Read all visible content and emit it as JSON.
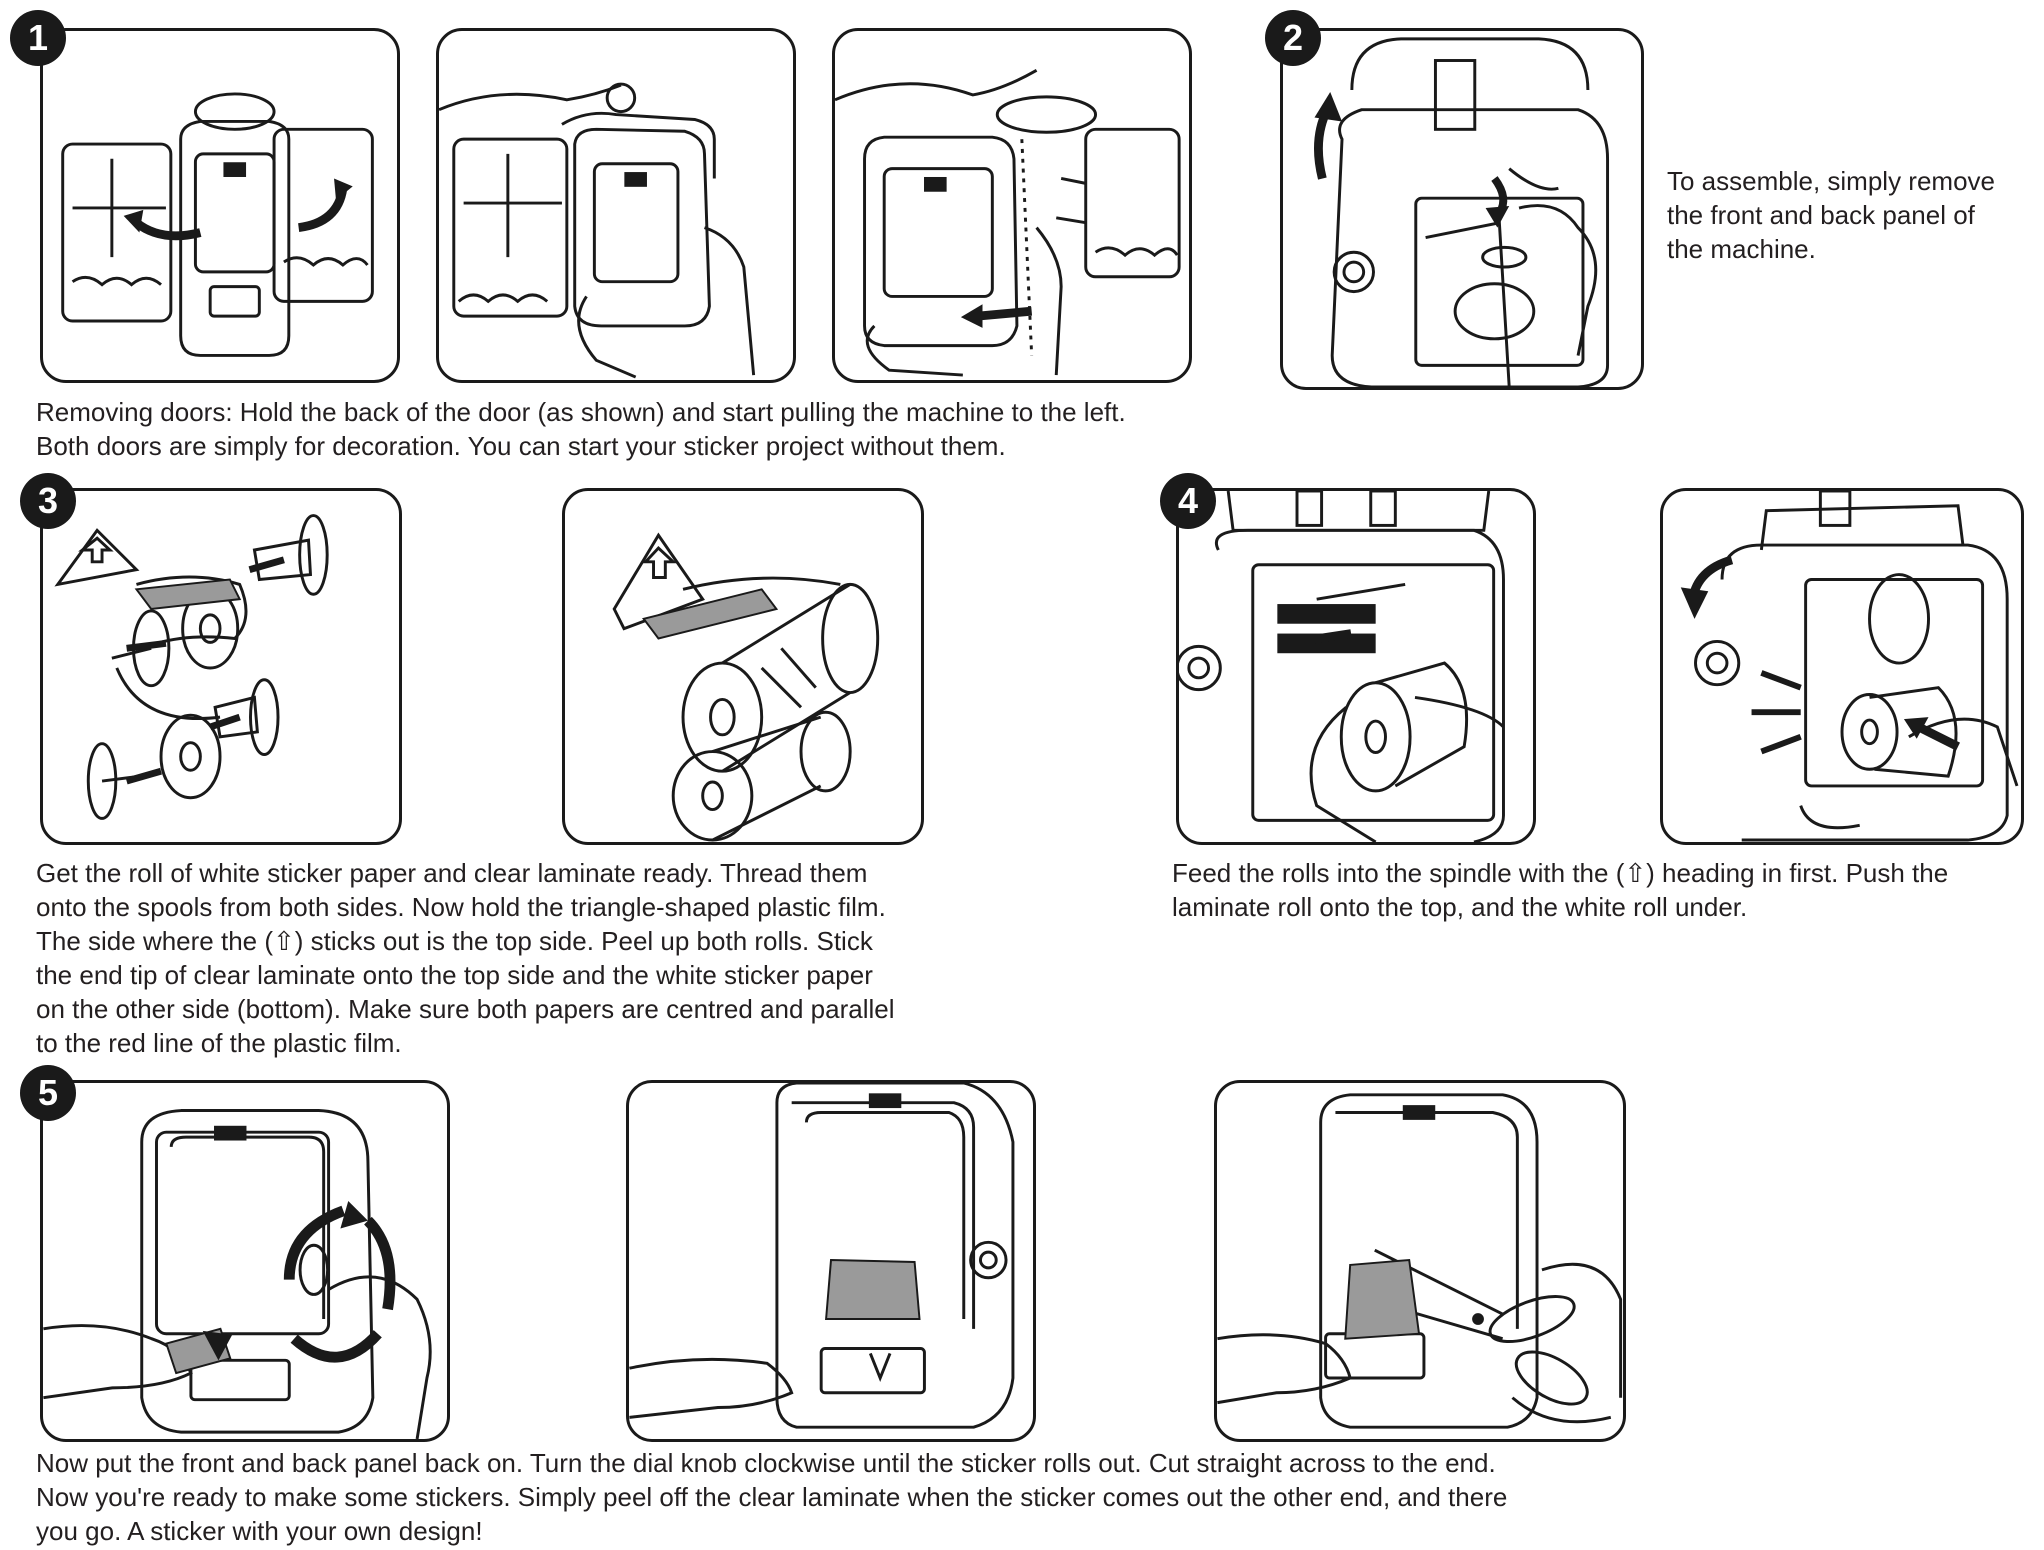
{
  "steps": {
    "s1": "1",
    "s2": "2",
    "s3": "3",
    "s4": "4",
    "s5": "5"
  },
  "captions": {
    "assemble": [
      "To assemble, simply remove",
      "the front and back panel of",
      "the machine."
    ],
    "removing_doors": [
      "Removing doors: Hold the back of the door (as shown) and start pulling the machine to the left.",
      "Both doors are simply for decoration. You can start your sticker project without them."
    ],
    "step3": [
      "Get the roll of white sticker paper and clear laminate ready. Thread them",
      "onto the spools from both sides. Now hold the triangle-shaped plastic film.",
      "The side where the (⇧) sticks out is the top side. Peel up both rolls. Stick",
      "the end tip of clear laminate onto the top side and the white sticker paper",
      "on the other side (bottom). Make sure both papers are centred and parallel",
      "to the red line of the plastic film."
    ],
    "step4": [
      "Feed the rolls into the spindle with the (⇧) heading in first. Push the",
      "laminate roll onto the top, and the white roll under."
    ],
    "step5": [
      "Now put the front and back panel back on. Turn the dial knob clockwise until the sticker rolls out. Cut straight across to the end.",
      "Now you're ready to make some stickers. Simply peel off the clear laminate when the sticker comes out the other end, and there",
      "you go. A sticker with your own design!"
    ]
  },
  "colors": {
    "line": "#1a1a1a",
    "film_gray": "#9a9a9a",
    "paper": "#ffffff"
  },
  "illustrations": [
    "machine-with-open-doors",
    "hand-holding-door",
    "pulling-machine-left",
    "removing-panel",
    "spools-exploded-view",
    "threaded-rolls-with-triangle-film",
    "feeding-rolls-into-spindle",
    "pushing-roll-under",
    "turning-dial-knob",
    "sticker-rolling-out",
    "cutting-with-scissors"
  ]
}
